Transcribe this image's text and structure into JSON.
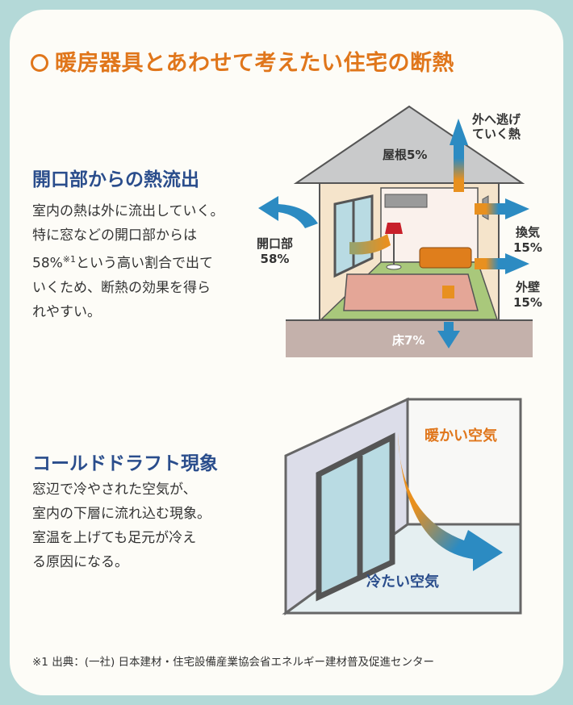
{
  "title": "暖房器具とあわせて考えたい住宅の断熱",
  "section1": {
    "heading": "開口部からの熱流出",
    "lines": [
      "室内の熱は外に流出していく。",
      "特に窓などの開口部からは",
      "58%",
      "※1",
      "という高い割合で出て",
      "いくため、断熱の効果を得ら",
      "れやすい。"
    ]
  },
  "house": {
    "escape": [
      "外へ逃げ",
      "ていく熱"
    ],
    "roof": "屋根5%",
    "opening": [
      "開口部",
      "58%"
    ],
    "vent": [
      "換気",
      "15%"
    ],
    "wall": [
      "外壁",
      "15%"
    ],
    "floor": "床7%"
  },
  "section2": {
    "heading": "コールドドラフト現象",
    "lines": [
      "窓辺で冷やされた空気が、",
      "室内の下層に流れ込む現象。",
      "室温を上げても足元が冷え",
      "る原因になる。"
    ]
  },
  "draft": {
    "warm": "暖かい空気",
    "cold": "冷たい空気"
  },
  "footnote": "※1 出典：(一社) 日本建材・住宅設備産業協会省エネルギー建材普及促進センター",
  "colors": {
    "accent": "#e0761b",
    "heading": "#2a4d8c",
    "frame": "#b4d9d8",
    "arrow_blue": "#2c8bc2"
  }
}
